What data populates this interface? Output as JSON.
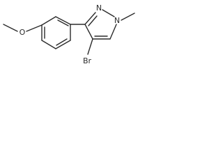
{
  "molecule": {
    "atoms": {
      "o_methoxy": "O",
      "n1": "N",
      "n2": "N",
      "br": "Br"
    }
  },
  "colors": {
    "bond": "#2b2b2b",
    "background": "#ffffff"
  }
}
